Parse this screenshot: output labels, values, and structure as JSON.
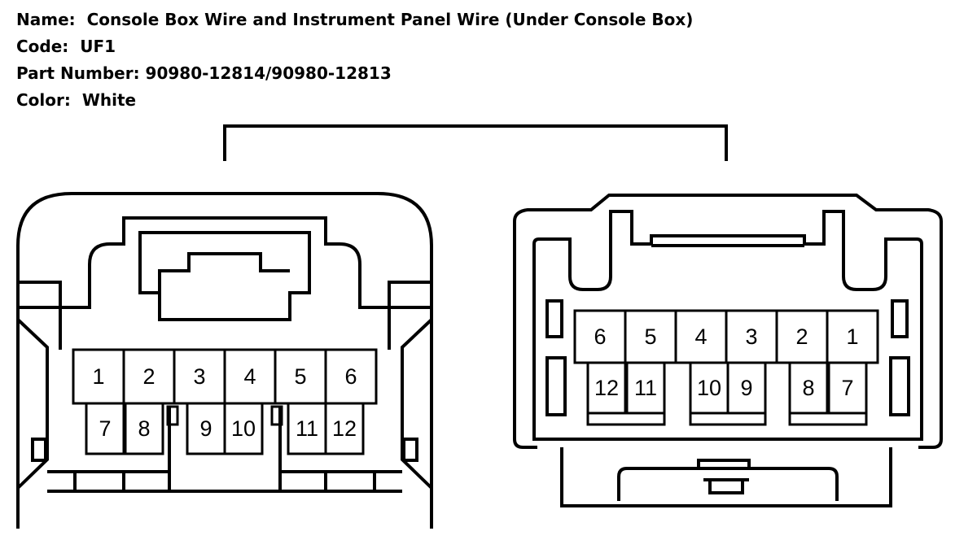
{
  "header": {
    "name_label": "Name:",
    "name_value": "Console Box Wire and Instrument Panel Wire (Under Console Box)",
    "code_label": "Code:",
    "code_value": "UF1",
    "part_label": "Part Number:",
    "part_value": "90980-12814/90980-12813",
    "color_label": "Color:",
    "color_value": "White"
  },
  "connector_left": {
    "top_pins": [
      "1",
      "2",
      "3",
      "4",
      "5",
      "6"
    ],
    "bottom_pins": [
      "7",
      "8",
      "9",
      "10",
      "11",
      "12"
    ]
  },
  "connector_right": {
    "top_pins": [
      "6",
      "5",
      "4",
      "3",
      "2",
      "1"
    ],
    "bottom_pins": [
      "12",
      "11",
      "10",
      "9",
      "8",
      "7"
    ]
  }
}
